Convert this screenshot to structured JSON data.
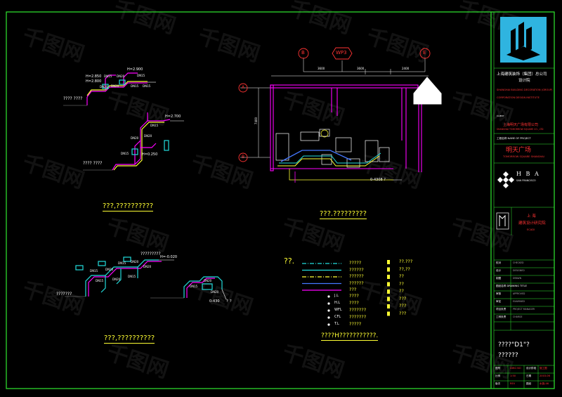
{
  "watermark": "千图网",
  "colors": {
    "background": "#000000",
    "border": "#2ee82e",
    "wall": "#ff00ff",
    "pipe_blue": "#4477ff",
    "pipe_cyan": "#22dddd",
    "pipe_yellow": "#ffff33",
    "pipe_red": "#ff3333",
    "text_white": "#ffffff",
    "text_red": "#ff3333",
    "text_yellow": "#ffff33",
    "logo_cyan": "#2fb4e0"
  },
  "diagrams": {
    "iso1": {
      "note": "???? ????",
      "labels": [
        "H=2.900",
        "H=2.850",
        "H=2.800",
        "DN15",
        "DN20",
        "DN15",
        "DN20",
        "DN20",
        "DN15",
        "DN15"
      ]
    },
    "iso2": {
      "note": "???? ????",
      "labels": [
        "H=2.700",
        "H=0.250",
        "DN15",
        "DN20",
        "DN15",
        "DN20"
      ]
    },
    "iso1_title": "???,??????????",
    "iso3": {
      "notes": [
        "???????",
        "?????????"
      ],
      "labels": [
        "H=-0.020",
        "DN15",
        "DN20",
        "DN15",
        "DN20",
        "DN20",
        "DN15",
        "DN20",
        "DN15"
      ]
    },
    "iso4": {
      "labels": [
        "DN20",
        "DN15",
        "DN20",
        "0-430",
        "?",
        "?"
      ]
    },
    "iso2_title": "???,??????????",
    "plan": {
      "grid_bubbles": [
        "B",
        "WP3",
        "E"
      ],
      "dims": [
        "3600",
        "3600",
        "2400",
        "7400"
      ],
      "rows": [
        "A",
        "B"
      ],
      "note": "0-4308 ?",
      "title": "???.?????????"
    }
  },
  "legend": {
    "heading": "??.",
    "lines": [
      {
        "code": "",
        "text": "?????",
        "color": "#22dddd",
        "dashed": true
      },
      {
        "code": "",
        "text": "??????",
        "color": "#22dddd",
        "dashed": false
      },
      {
        "code": "",
        "text": "??????",
        "color": "#ffff33",
        "dashed": true
      },
      {
        "code": "",
        "text": "??????",
        "color": "#4477ff",
        "dashed": false
      },
      {
        "code": "",
        "text": "???",
        "color": "#ff00ff",
        "dashed": false
      }
    ],
    "points": [
      {
        "code": "J.L",
        "text": "????"
      },
      {
        "code": "H.L",
        "text": "????"
      },
      {
        "code": "WFL",
        "text": "???????"
      },
      {
        "code": "CFL",
        "text": "???????"
      },
      {
        "code": "T.L",
        "text": "?????"
      }
    ],
    "symbols": [
      "??.???",
      "??,??",
      "??",
      "??",
      "??",
      "???",
      "???",
      "???"
    ],
    "footer": "????H???????????."
  },
  "titleblock": {
    "company": "上海建筑装饰（集团）总公司",
    "company_sub": "设计院",
    "company_en": [
      "SHANGHAI BUILDING DECORATION (GROUP)",
      "CORPORATION DESIGN INSTITUTE"
    ],
    "client_cn": "上海明天广场有限公司",
    "client_en": "SHANGHAI TOMORROW SQUARE CO., LTD",
    "project_label": "工程名称 NAME OF PROJECT",
    "project_cn": "明天广场",
    "project_en": "TOMORROW SQUARE SHANGHAI",
    "hba": "H B A",
    "hba_sub": "SAN FRANCISCO",
    "shanghai": "上 海",
    "institute": "建筑设计研究院",
    "institute_en": "ECADI",
    "rows": [
      {
        "label": "校对",
        "value": "CHECKED"
      },
      {
        "label": "设计",
        "value": "DESIGNED"
      },
      {
        "label": "制图",
        "value": "DRAWN"
      },
      {
        "label": "图纸名称 DRAWING TITLE",
        "value": ""
      },
      {
        "label": "审核",
        "value": "APPROVED"
      },
      {
        "label": "审定",
        "value": "EXAMINED"
      },
      {
        "label": "项目负责",
        "value": "PROJECT MANAGER"
      },
      {
        "label": "工种负责",
        "value": "CHARGE"
      }
    ],
    "drawing_title": [
      "????\"D1\"?",
      "??????"
    ],
    "bottom": [
      [
        "图号",
        "DWG NO",
        "设计阶段",
        "施工图"
      ],
      [
        "比例",
        "1:50",
        "日期",
        "2003.06"
      ],
      [
        "版次",
        "REV",
        "图纸",
        "水施-46"
      ]
    ]
  }
}
